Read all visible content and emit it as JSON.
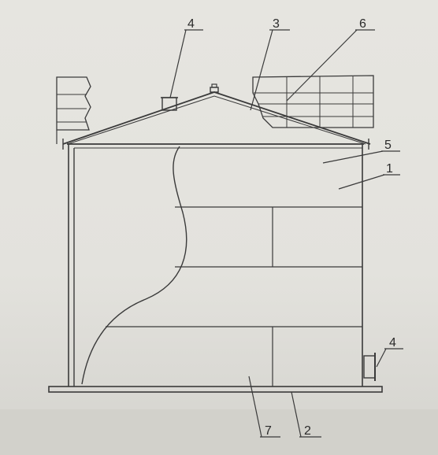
{
  "diagram": {
    "labels": [
      {
        "id": "top-left",
        "text": "4"
      },
      {
        "id": "top-mid",
        "text": "3"
      },
      {
        "id": "top-right",
        "text": "6"
      },
      {
        "id": "right-upper",
        "text": "5"
      },
      {
        "id": "right-lower",
        "text": "1"
      },
      {
        "id": "side-fitting",
        "text": "4"
      },
      {
        "id": "bottom-left",
        "text": "7"
      },
      {
        "id": "bottom-right",
        "text": "2"
      }
    ],
    "colors": {
      "paper": "#e4e3de",
      "ink": "#3a3a3a",
      "shadow": "#cfcec8"
    }
  }
}
